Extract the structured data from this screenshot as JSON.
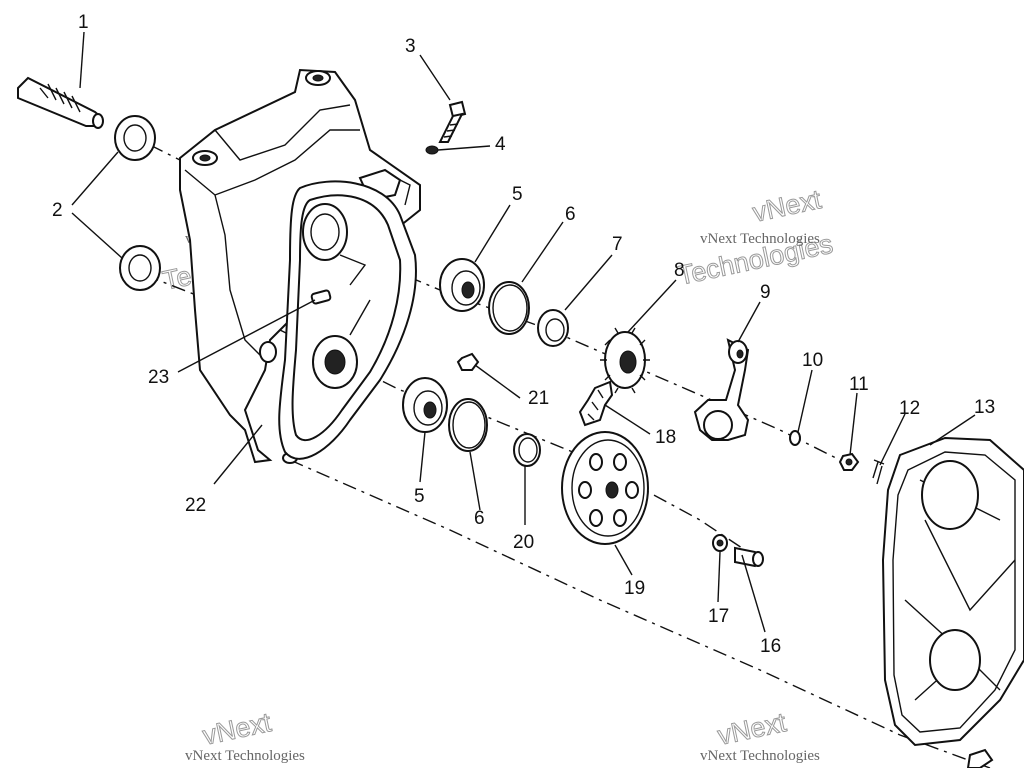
{
  "callouts": [
    {
      "id": "c1",
      "text": "1"
    },
    {
      "id": "c2",
      "text": "2"
    },
    {
      "id": "c3",
      "text": "3"
    },
    {
      "id": "c4",
      "text": "4"
    },
    {
      "id": "c5a",
      "text": "5"
    },
    {
      "id": "c5b",
      "text": "5"
    },
    {
      "id": "c6a",
      "text": "6"
    },
    {
      "id": "c6b",
      "text": "6"
    },
    {
      "id": "c7",
      "text": "7"
    },
    {
      "id": "c8",
      "text": "8"
    },
    {
      "id": "c9",
      "text": "9"
    },
    {
      "id": "c10",
      "text": "10"
    },
    {
      "id": "c11",
      "text": "11"
    },
    {
      "id": "c12",
      "text": "12"
    },
    {
      "id": "c13",
      "text": "13"
    },
    {
      "id": "c16",
      "text": "16"
    },
    {
      "id": "c17",
      "text": "17"
    },
    {
      "id": "c18",
      "text": "18"
    },
    {
      "id": "c19",
      "text": "19"
    },
    {
      "id": "c20",
      "text": "20"
    },
    {
      "id": "c21",
      "text": "21"
    },
    {
      "id": "c22",
      "text": "22"
    },
    {
      "id": "c23",
      "text": "23"
    }
  ],
  "watermark": {
    "line1": "vNext Technologies",
    "line2": "Technologies",
    "line3": "vNext"
  }
}
